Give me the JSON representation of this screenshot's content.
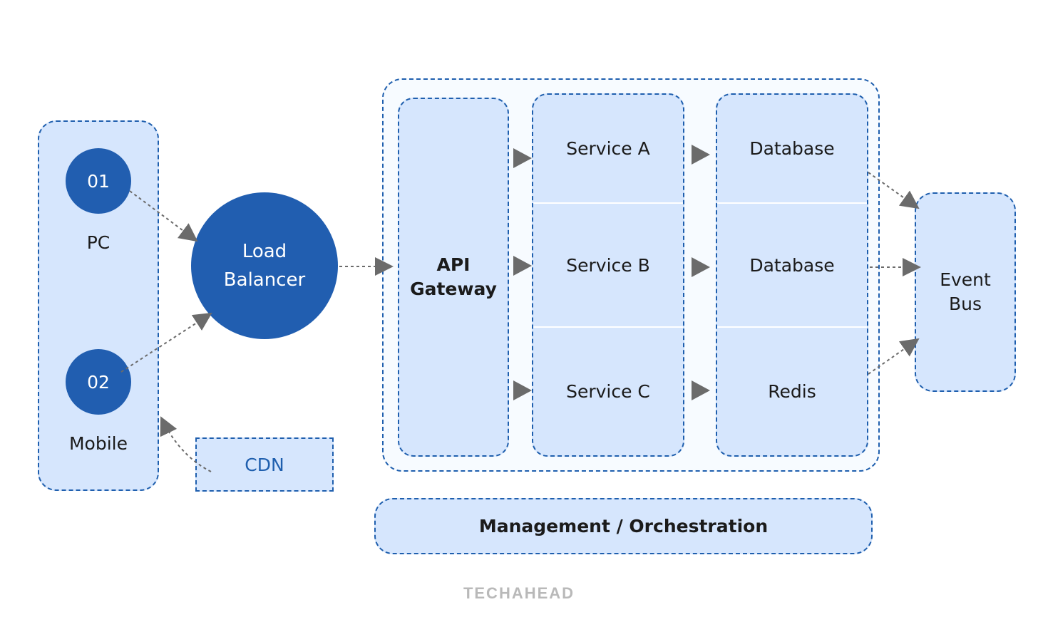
{
  "clients": {
    "pc": {
      "number": "01",
      "label": "PC"
    },
    "mobile": {
      "number": "02",
      "label": "Mobile"
    }
  },
  "load_balancer": {
    "line1": "Load",
    "line2": "Balancer"
  },
  "cdn": {
    "label": "CDN"
  },
  "api_gateway": {
    "line1": "API",
    "line2": "Gateway"
  },
  "services": [
    "Service A",
    "Service B",
    "Service C"
  ],
  "stores": [
    "Database",
    "Database",
    "Redis"
  ],
  "event_bus": {
    "line1": "Event",
    "line2": "Bus"
  },
  "management": {
    "label": "Management / Orchestration"
  },
  "watermark": {
    "text": "TECHAHEAD"
  },
  "colors": {
    "circle_fill": "#215eb0",
    "box_fill": "#d6e6fd",
    "border": "#1f5fae",
    "connector": "#6b6b6b"
  }
}
